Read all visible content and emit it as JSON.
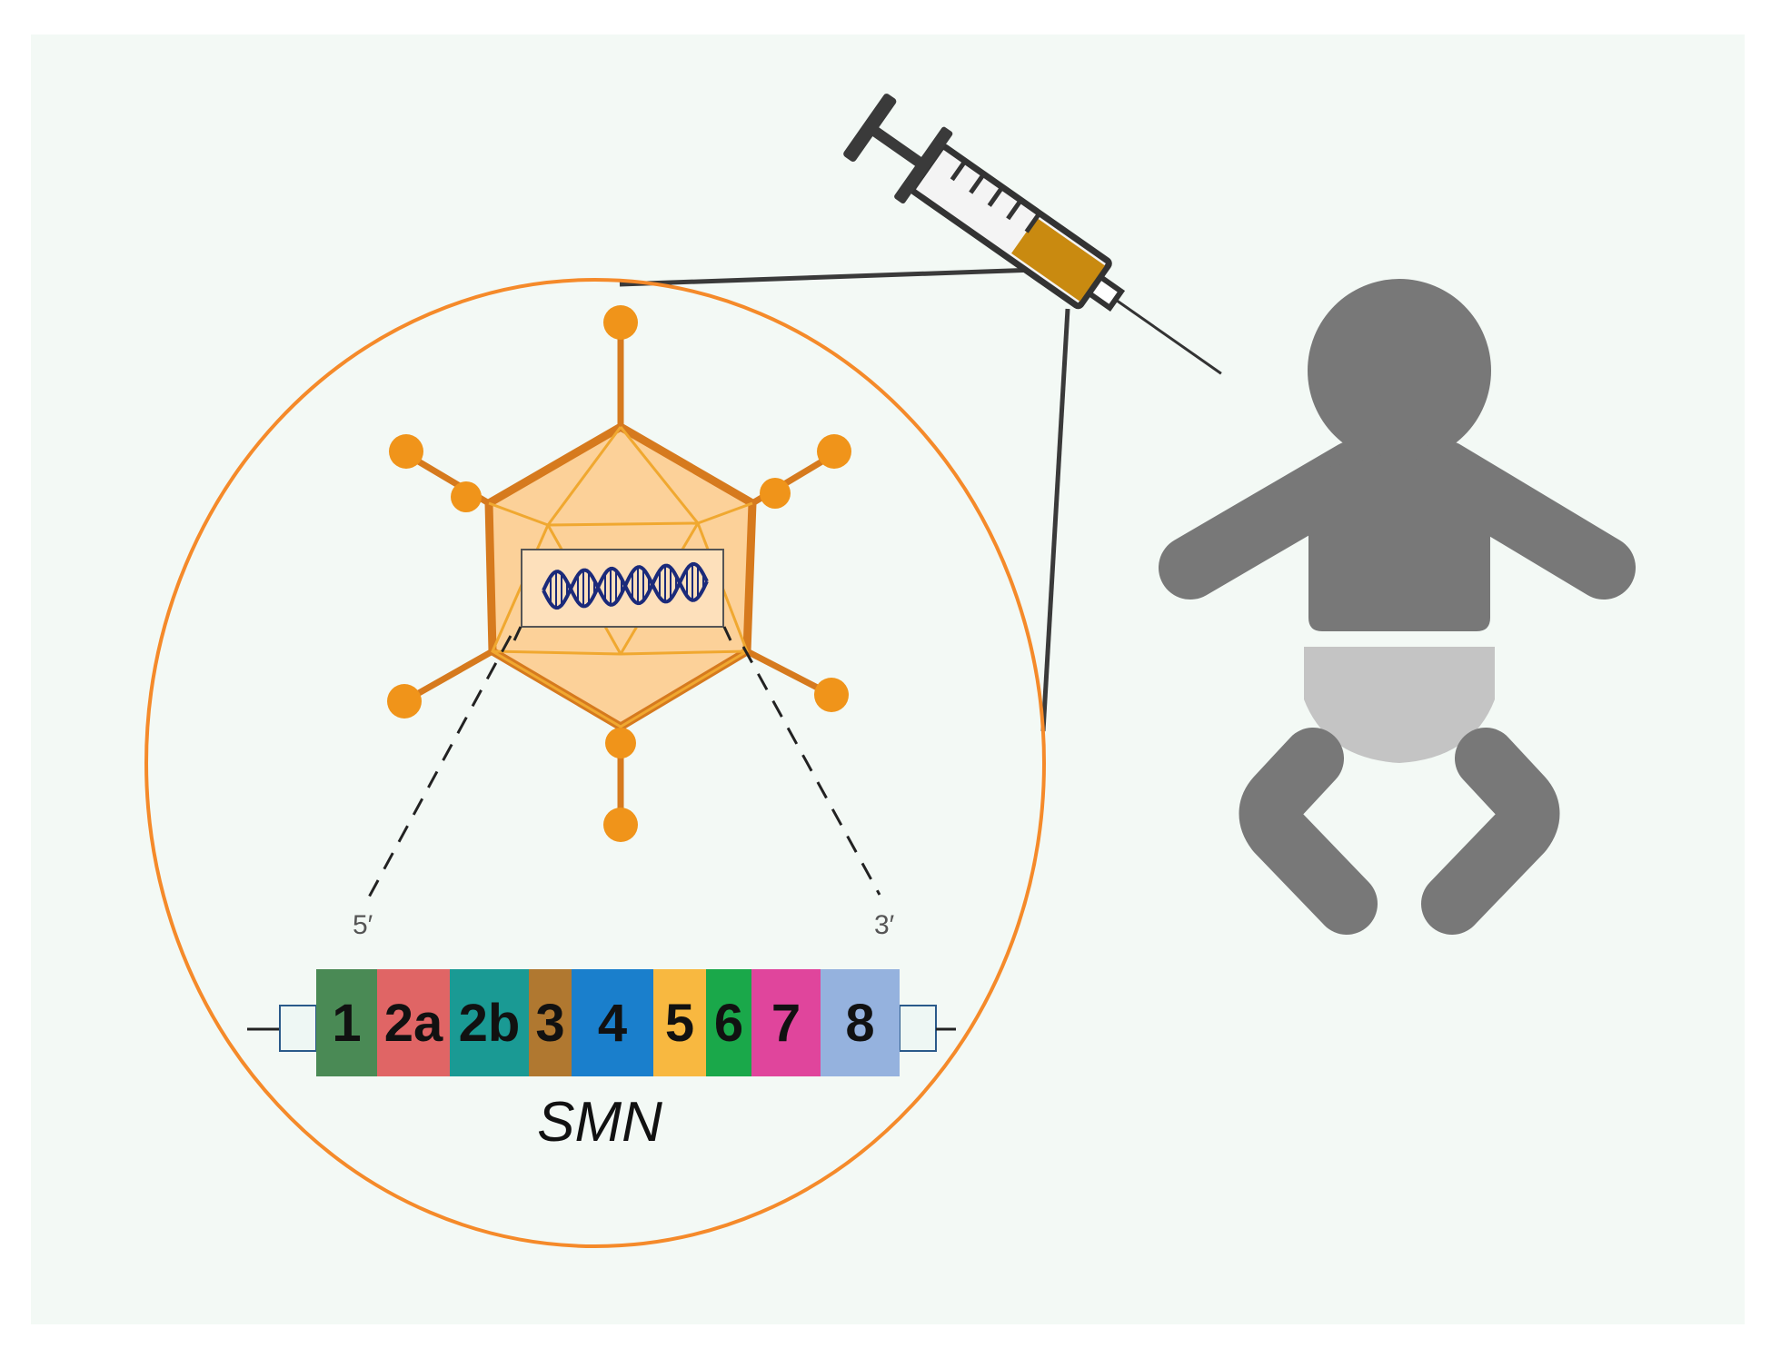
{
  "diagram": {
    "end_labels": {
      "five_prime": "5′",
      "three_prime": "3′"
    },
    "gene_name": "SMN",
    "exons": [
      {
        "label": "1",
        "color": "#4a8a55"
      },
      {
        "label": "2a",
        "color": "#e06565"
      },
      {
        "label": "2b",
        "color": "#1a9a94"
      },
      {
        "label": "3",
        "color": "#b07830"
      },
      {
        "label": "4",
        "color": "#1a7fcc"
      },
      {
        "label": "5",
        "color": "#f8b840"
      },
      {
        "label": "6",
        "color": "#1aa84a"
      },
      {
        "label": "7",
        "color": "#e0459c"
      },
      {
        "label": "8",
        "color": "#95b2de"
      }
    ],
    "colors": {
      "background": "#f3f9f5",
      "capsid_stroke": "#d67a1e",
      "capsid_fill": "#fcd199",
      "knob": "#f0941a",
      "circle": "#f58a2a",
      "infant": "#787878",
      "diaper": "#c4c4c4",
      "dna": "#1b2a7a",
      "syringe_liquid": "#c98a10"
    },
    "icons": [
      "aav-capsid-icon",
      "dna-helix-icon",
      "syringe-icon",
      "infant-icon"
    ]
  }
}
